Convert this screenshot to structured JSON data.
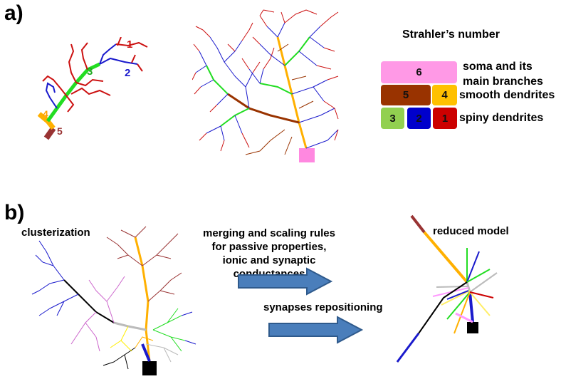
{
  "panel_a": {
    "label": "a)",
    "branch_labels": [
      "1",
      "2",
      "3",
      "4",
      "5"
    ],
    "legend": {
      "title": "Strahler’s number",
      "boxes": [
        {
          "text": "6",
          "color": "#ff99e6"
        },
        {
          "text": "5",
          "color": "#993300"
        },
        {
          "text": "4",
          "color": "#ffc000"
        },
        {
          "text": "3",
          "color": "#92d050"
        },
        {
          "text": "2",
          "color": "#0000cc"
        },
        {
          "text": "1",
          "color": "#cc0000"
        }
      ],
      "row_labels": [
        "soma and its main branches",
        "smooth dendrites",
        "spiny dendrites"
      ]
    }
  },
  "panel_b": {
    "label": "b)",
    "clusterization": "clusterization",
    "rules_text": "merging and scaling rules for passive properties, ionic and synaptic conductances",
    "synapses_text": "synapses repositioning",
    "reduced_model": "reduced model",
    "arrow_color": "#4a7ebb"
  }
}
